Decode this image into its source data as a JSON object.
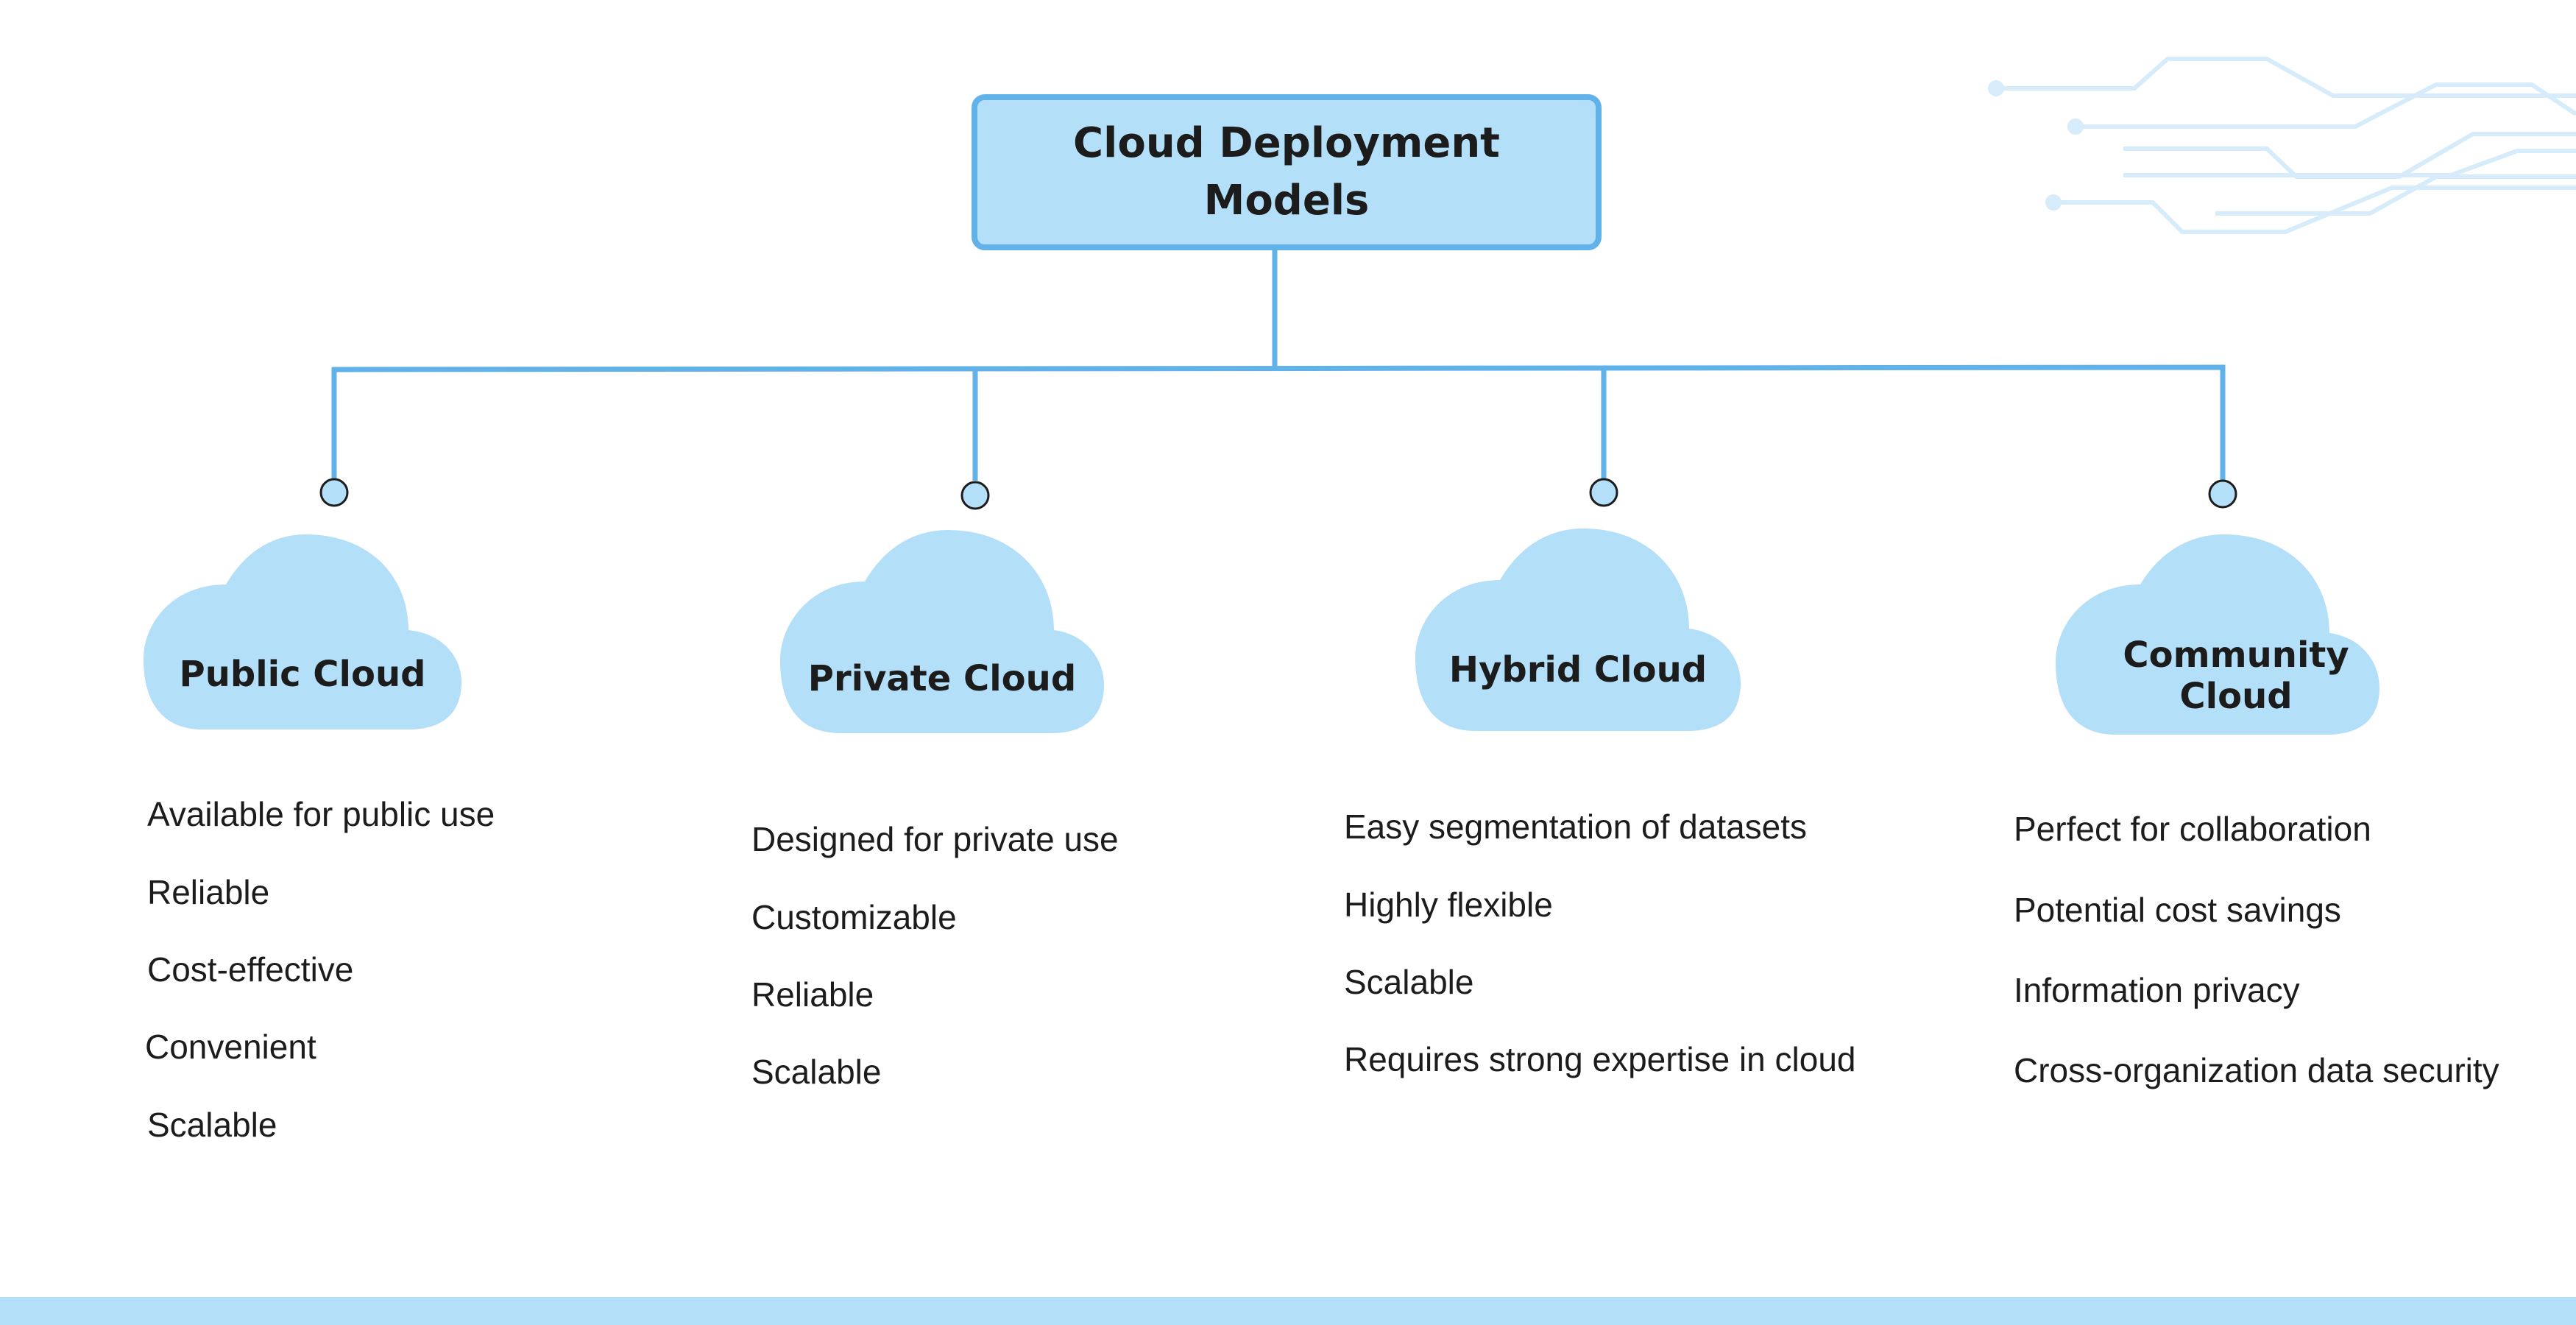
{
  "diagram": {
    "root": {
      "title": "Cloud Deployment Models"
    },
    "models": [
      {
        "name": "Public Cloud",
        "features": [
          "Available for public use",
          "Reliable",
          "Cost-effective",
          "Convenient",
          "Scalable"
        ]
      },
      {
        "name": "Private Cloud",
        "features": [
          "Designed for private use",
          "Customizable",
          "Reliable",
          "Scalable"
        ]
      },
      {
        "name": "Hybrid Cloud",
        "features": [
          "Easy segmentation of datasets",
          "Highly flexible",
          "Scalable",
          "Requires strong expertise in cloud"
        ]
      },
      {
        "name": "Community Cloud",
        "features": [
          "Perfect for collaboration",
          "Potential cost savings",
          "Information privacy",
          "Cross-organization data security"
        ]
      }
    ]
  },
  "colors": {
    "box_fill": "#b3dff9",
    "box_border": "#62b2ea",
    "connector": "#62b2ea",
    "cloud_fill": "#b3dff9",
    "circuit_decoration": "#d6ecfa",
    "footer_band": "#b3dff9",
    "text": "#1c1c1c"
  },
  "icons": {
    "connector_node": "circle-node-icon",
    "model_shape": "cloud-icon",
    "decoration": "circuit-lines-icon"
  }
}
